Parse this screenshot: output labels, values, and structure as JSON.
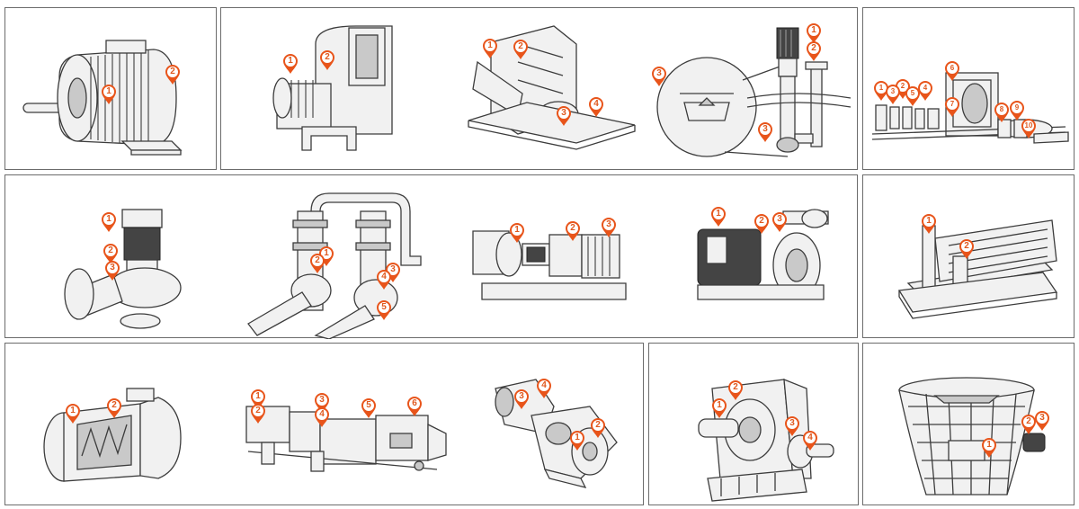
{
  "theme": {
    "marker_color": "#e8541a",
    "frame_color": "#6b6b6b",
    "line_color": "#3c3c3c"
  },
  "panels": [
    {
      "id": "electric-motor",
      "pins": [
        "1",
        "2"
      ]
    },
    {
      "id": "fans-and-pumps",
      "pins": [
        "1",
        "2",
        "1",
        "2",
        "3",
        "4",
        "1",
        "2",
        "3",
        "3"
      ]
    },
    {
      "id": "paper-machine-line",
      "pins": [
        "1",
        "2",
        "3",
        "4",
        "5",
        "6",
        "7",
        "8",
        "9",
        "10"
      ]
    },
    {
      "id": "pumps-and-piping",
      "pins": [
        "1",
        "2",
        "3",
        "1",
        "2",
        "3",
        "4",
        "5",
        "1",
        "2",
        "3",
        "1",
        "2",
        "3"
      ]
    },
    {
      "id": "vibrating-screen",
      "pins": [
        "1",
        "2"
      ]
    },
    {
      "id": "compressors",
      "pins": [
        "1",
        "2",
        "1",
        "2",
        "3",
        "4",
        "5",
        "6",
        "1",
        "2",
        "3",
        "4"
      ]
    },
    {
      "id": "gearbox",
      "pins": [
        "1",
        "2",
        "3",
        "4"
      ]
    },
    {
      "id": "cooling-tower",
      "pins": [
        "1",
        "2",
        "3"
      ]
    }
  ],
  "pins": {
    "motor_1": "1",
    "motor_2": "2",
    "fan_1": "1",
    "fan_2": "2",
    "blower_1": "1",
    "blower_2": "2",
    "blower_3": "3",
    "blower_4": "4",
    "vpump_1": "1",
    "vpump_2": "2",
    "vpump_3a": "3",
    "vpump_3b": "3",
    "paper_1": "1",
    "paper_2": "2",
    "paper_3": "3",
    "paper_4": "4",
    "paper_5": "5",
    "paper_6": "6",
    "paper_7": "7",
    "paper_8": "8",
    "paper_9": "9",
    "paper_10": "10",
    "inline_1": "1",
    "inline_2": "2",
    "inline_3": "3",
    "pipe_1": "1",
    "pipe_2": "2",
    "pipe_3": "3",
    "pipe_4": "4",
    "pipe_5": "5",
    "endsuction_1": "1",
    "endsuction_2": "2",
    "endsuction_3": "3",
    "close_1": "1",
    "close_2": "2",
    "close_3": "3",
    "screen_1": "1",
    "screen_2": "2",
    "screw_1": "1",
    "screw_2": "2",
    "recip_1": "1",
    "recip_2": "2",
    "recip_3": "3",
    "recip_4": "4",
    "recip_5": "5",
    "recip_6": "6",
    "roots_1": "1",
    "roots_2": "2",
    "roots_3": "3",
    "roots_4": "4",
    "gear_1": "1",
    "gear_2": "2",
    "gear_3": "3",
    "gear_4": "4",
    "tower_1": "1",
    "tower_2": "2",
    "tower_3": "3"
  }
}
